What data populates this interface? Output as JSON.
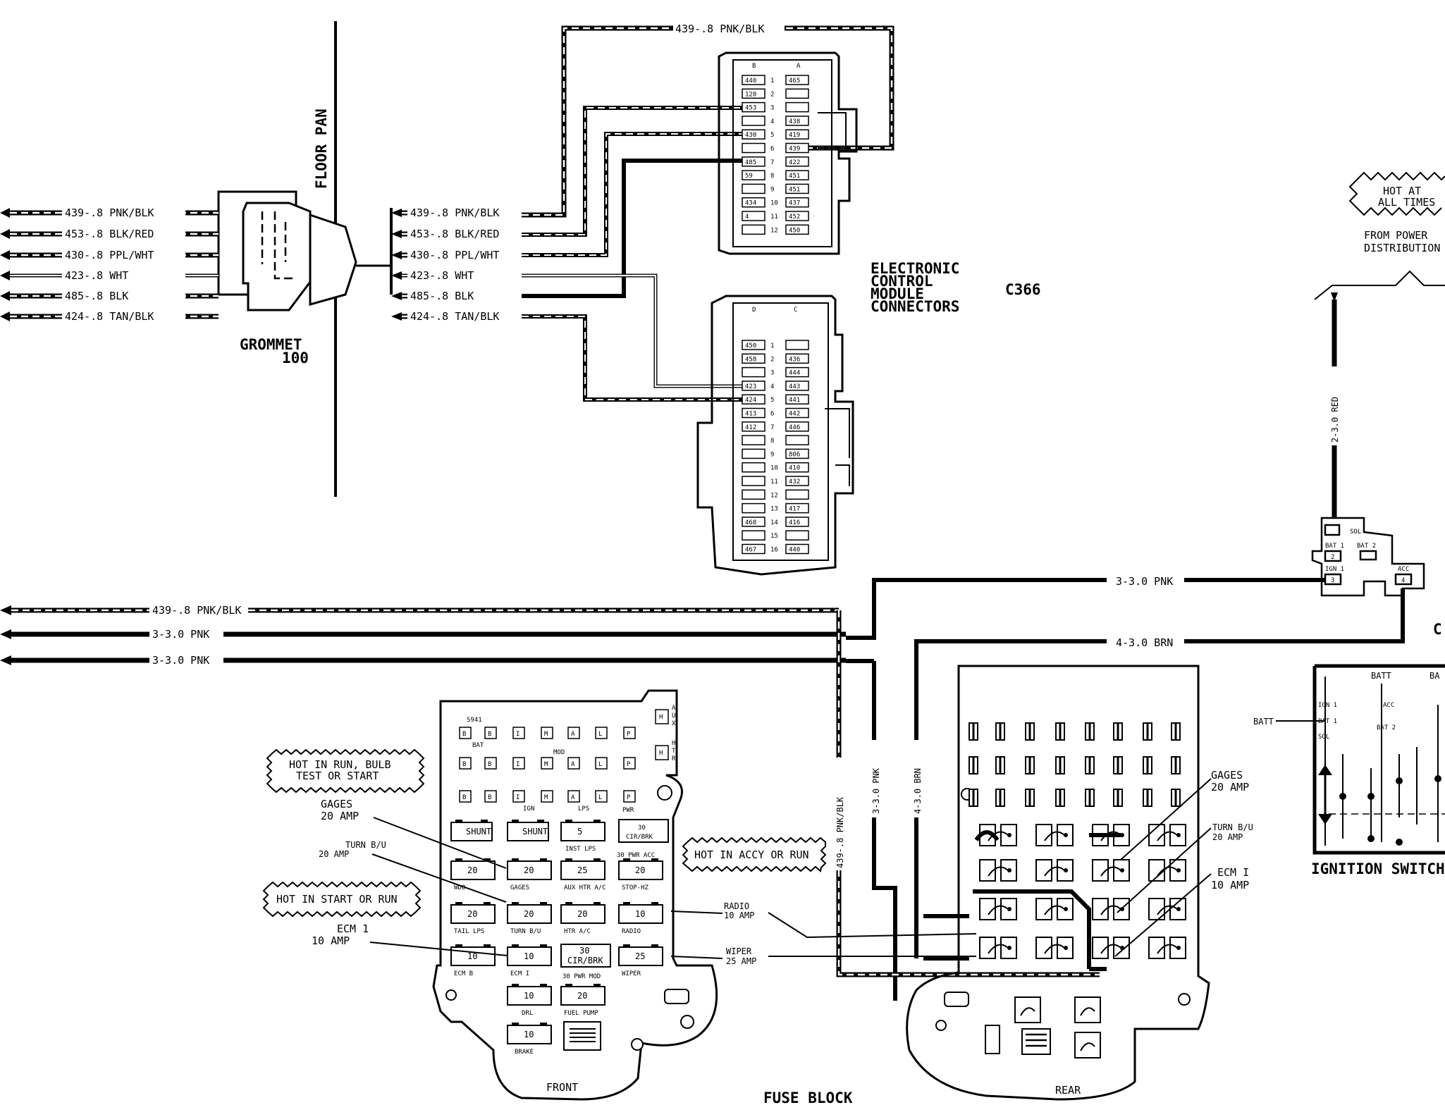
{
  "wire_labels": {
    "top_wire": "439-.8 PNK/BLK",
    "floor_pan": "FLOOR PAN",
    "left_bundle": [
      "439-.8 PNK/BLK",
      "453-.8 BLK/RED",
      "430-.8 PPL/WHT",
      "423-.8 WHT",
      "485-.8 BLK",
      "424-.8 TAN/BLK"
    ],
    "right_bundle": [
      "439-.8 PNK/BLK",
      "453-.8 BLK/RED",
      "430-.8 PPL/WHT",
      "423-.8 WHT",
      "485-.8 BLK",
      "424-.8 TAN/BLK"
    ],
    "grommet": "GROMMET",
    "grommet_num": "100",
    "mid_left": [
      "439-.8 PNK/BLK",
      "3-3.0 PNK",
      "3-3.0 PNK"
    ],
    "pnk_right": "3-3.0 PNK",
    "brn_right": "4-3.0 BRN",
    "red_vertical": "2-3.0 RED",
    "v_pnkblk": "439-.8 PNK/BLK",
    "v_pnk": "3-3.0 PNK",
    "v_brn": "4-3.0 BRN"
  },
  "ecm": {
    "title_lines": [
      "ELECTRONIC",
      "CONTROL",
      "MODULE",
      "CONNECTORS"
    ],
    "id": "C366",
    "top_cols": [
      "B",
      "A"
    ],
    "top_b": [
      "440",
      "120",
      "453",
      "",
      "430",
      "",
      "485",
      "59",
      "",
      "434",
      "4",
      ""
    ],
    "top_a": [
      "465",
      "",
      "",
      "438",
      "419",
      "439",
      "422",
      "451",
      "451",
      "437",
      "452",
      "450"
    ],
    "bot_cols": [
      "D",
      "C"
    ],
    "bot_d": [
      "450",
      "458",
      "",
      "423",
      "424",
      "413",
      "412",
      "",
      "",
      "",
      "",
      "",
      "",
      "468",
      "",
      "467"
    ],
    "bot_c": [
      "",
      "436",
      "444",
      "443",
      "441",
      "442",
      "446",
      "",
      "806",
      "410",
      "432",
      "",
      "417",
      "416",
      "",
      ""
    ],
    "c_extra": "440"
  },
  "power": {
    "callout": [
      "HOT AT",
      "ALL TIMES"
    ],
    "from": [
      "FROM POWER",
      "DISTRIBUTION"
    ],
    "conn": {
      "sol": "SOL",
      "bat1": "BAT 1",
      "bat2": "BAT 2",
      "ign1": "IGN 1",
      "acc": "ACC",
      "p2": "2",
      "p3": "3",
      "p4": "4"
    },
    "c_label": "C"
  },
  "ignition": {
    "title": "IGNITION SWITCH",
    "batt": "BATT",
    "batt2": "BATT",
    "bat_right": "BA",
    "labels": [
      "IGN 1",
      "BAT 1",
      "SOL",
      "ACC",
      "BAT 2"
    ]
  },
  "callouts": {
    "run_bulb": [
      "HOT IN RUN, BULB",
      "TEST OR START"
    ],
    "start_run": "HOT IN START OR RUN",
    "accy_run": "HOT IN ACCY OR RUN",
    "gages": [
      "GAGES",
      "20 AMP"
    ],
    "turn": [
      "TURN B/U",
      "20 AMP"
    ],
    "ecm1": [
      "ECM 1",
      "10 AMP"
    ],
    "radio": [
      "RADIO",
      "10 AMP"
    ],
    "wiper": [
      "WIPER",
      "25 AMP"
    ],
    "r_gages": [
      "GAGES",
      "20 AMP"
    ],
    "r_turn": [
      "TURN B/U",
      "20 AMP"
    ],
    "r_ecm": [
      "ECM I",
      "10 AMP"
    ]
  },
  "fuse_front": {
    "s941": "S941",
    "bat": "BAT",
    "ign": "IGN",
    "lps": "LPS",
    "pwr": "PWR",
    "mod": "MOD",
    "aux": [
      "A",
      "U",
      "X"
    ],
    "htr": [
      "H",
      "T",
      "R"
    ],
    "row1": [
      "B",
      "B",
      "I",
      "M",
      "A",
      "L",
      "P"
    ],
    "shunt": [
      "SHUNT",
      "SHUNT"
    ],
    "inst": [
      "5",
      "INST LPS"
    ],
    "cir30": [
      "30",
      "CIR/BRK"
    ],
    "pwr_acc": "30 PWR ACC",
    "r3": [
      {
        "v": "20",
        "l": "WDO"
      },
      {
        "v": "20",
        "l": "GAGES"
      },
      {
        "v": "25",
        "l": "AUX HTR A/C"
      },
      {
        "v": "20",
        "l": "STOP-HZ"
      }
    ],
    "r4": [
      {
        "v": "20",
        "l": "TAIL LPS"
      },
      {
        "v": "20",
        "l": "TURN B/U"
      },
      {
        "v": "20",
        "l": "HTR A/C"
      },
      {
        "v": "10",
        "l": "RADIO"
      }
    ],
    "r5": [
      {
        "v": "10",
        "l": "ECM B"
      },
      {
        "v": "10",
        "l": "ECM I"
      },
      {
        "v": "30",
        "l": "CIR/BRK"
      },
      {
        "v": "25",
        "l": "WIPER"
      }
    ],
    "pwr_mod": "30 PWR MOD",
    "drl": {
      "v": "10",
      "l": "DRL"
    },
    "fuel": {
      "v": "20",
      "l": "FUEL PUMP"
    },
    "brake": {
      "v": "10",
      "l": "BRAKE"
    }
  },
  "footer": {
    "front": "FRONT",
    "title": "FUSE BLOCK",
    "rear": "REAR"
  }
}
